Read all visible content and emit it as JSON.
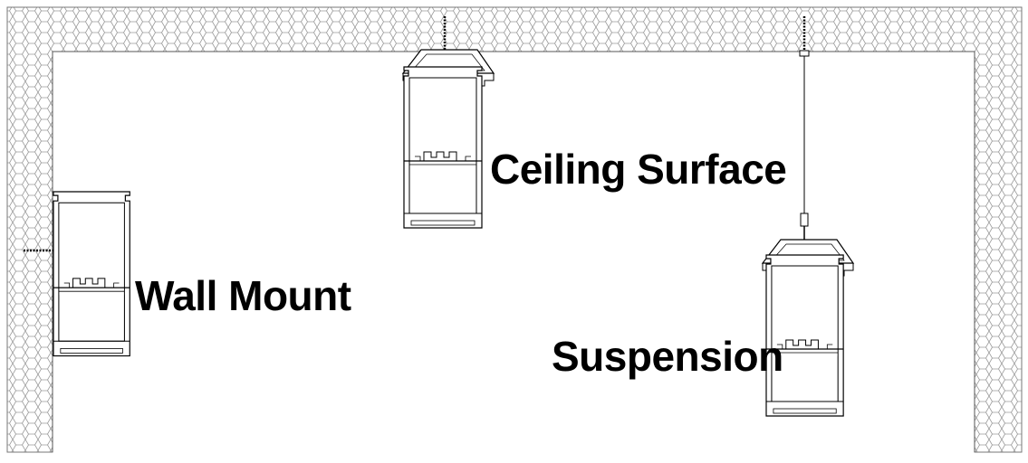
{
  "diagram": {
    "mounts": [
      {
        "id": "ceiling",
        "label": "Ceiling Surface"
      },
      {
        "id": "wall",
        "label": "Wall Mount"
      },
      {
        "id": "suspension",
        "label": "Suspension"
      }
    ]
  },
  "colors": {
    "background": "#ffffff",
    "line": "#000000",
    "pattern": "#9a9a9a"
  }
}
